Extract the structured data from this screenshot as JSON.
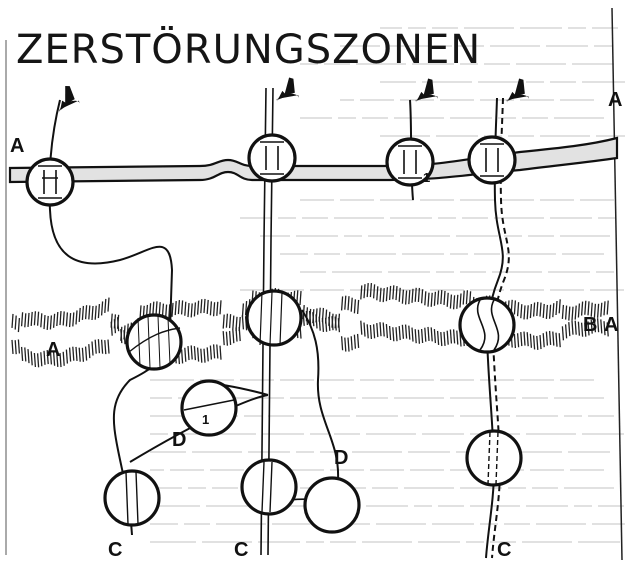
{
  "title": "ZERSTÖRUNGSZONEN",
  "labels": {
    "a_top_right": "A",
    "a_top_left": "A",
    "a_middle_left": "A",
    "b_right": "B",
    "a_middle_right": "A",
    "d_left": "D",
    "d_right": "D",
    "c_left": "C",
    "c_middle": "C",
    "c_right": "C"
  },
  "numbers": {
    "zone_1_top": "1",
    "zone_1_lower": "1"
  },
  "icons": [
    "arrow-icon",
    "arrow-icon",
    "arrow-icon",
    "arrow-icon"
  ],
  "colors": {
    "ink": "#111111",
    "paper": "#ffffff",
    "river_fill": "#e2e2e2",
    "print_through": "#cfcfcf"
  }
}
